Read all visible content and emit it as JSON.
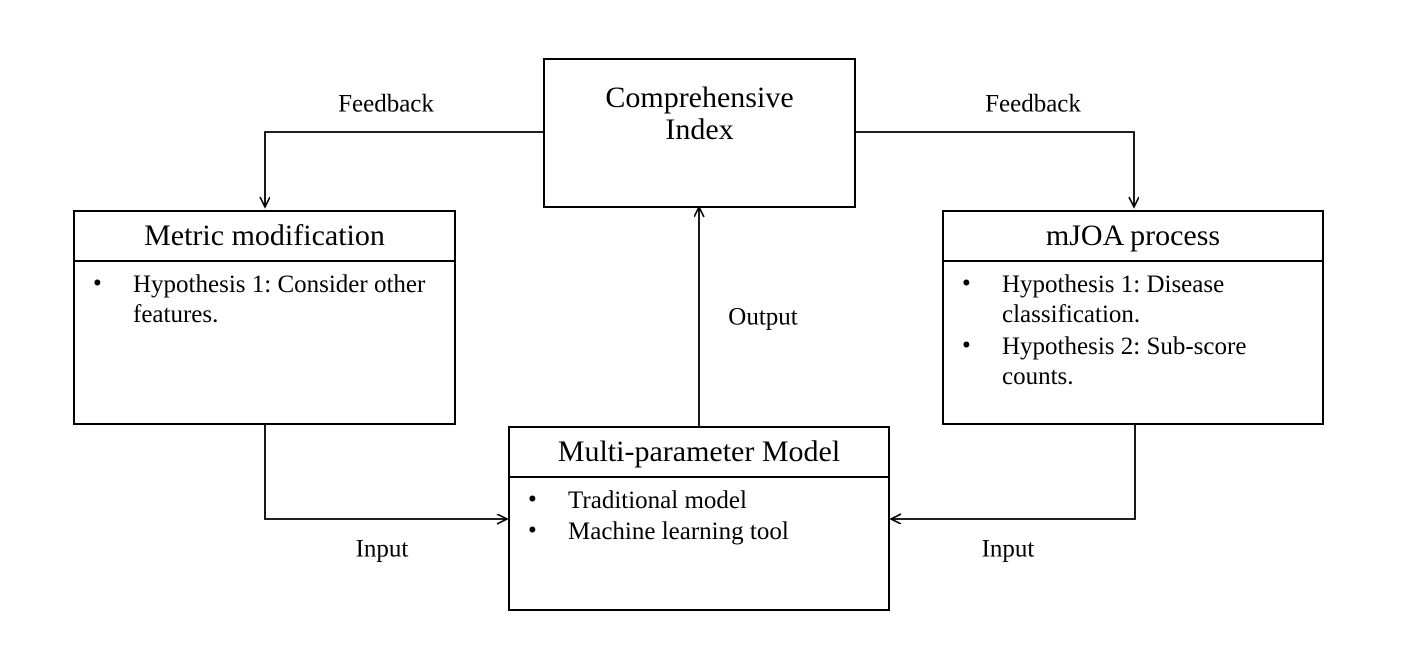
{
  "diagram": {
    "type": "flowchart",
    "background_color": "#ffffff",
    "line_color": "#000000",
    "text_color": "#000000",
    "nodes": [
      {
        "id": "comprehensive-index",
        "title": "Comprehensive\nIndex",
        "bullets": []
      },
      {
        "id": "metric-modification",
        "title": "Metric modification",
        "bullets": [
          "Hypothesis 1: Consider other features."
        ]
      },
      {
        "id": "mjoa-process",
        "title": "mJOA process",
        "bullets": [
          "Hypothesis 1: Disease classification.",
          "Hypothesis 2: Sub-score counts."
        ]
      },
      {
        "id": "multi-parameter-model",
        "title": "Multi-parameter Model",
        "bullets": [
          "Traditional model",
          "Machine learning tool"
        ]
      }
    ],
    "edges": [
      {
        "id": "feedback-left",
        "label": "Feedback",
        "from": "comprehensive-index",
        "to": "metric-modification"
      },
      {
        "id": "feedback-right",
        "label": "Feedback",
        "from": "comprehensive-index",
        "to": "mjoa-process"
      },
      {
        "id": "input-left",
        "label": "Input",
        "from": "metric-modification",
        "to": "multi-parameter-model"
      },
      {
        "id": "input-right",
        "label": "Input",
        "from": "mjoa-process",
        "to": "multi-parameter-model"
      },
      {
        "id": "output-center",
        "label": "Output",
        "from": "multi-parameter-model",
        "to": "comprehensive-index"
      }
    ]
  }
}
